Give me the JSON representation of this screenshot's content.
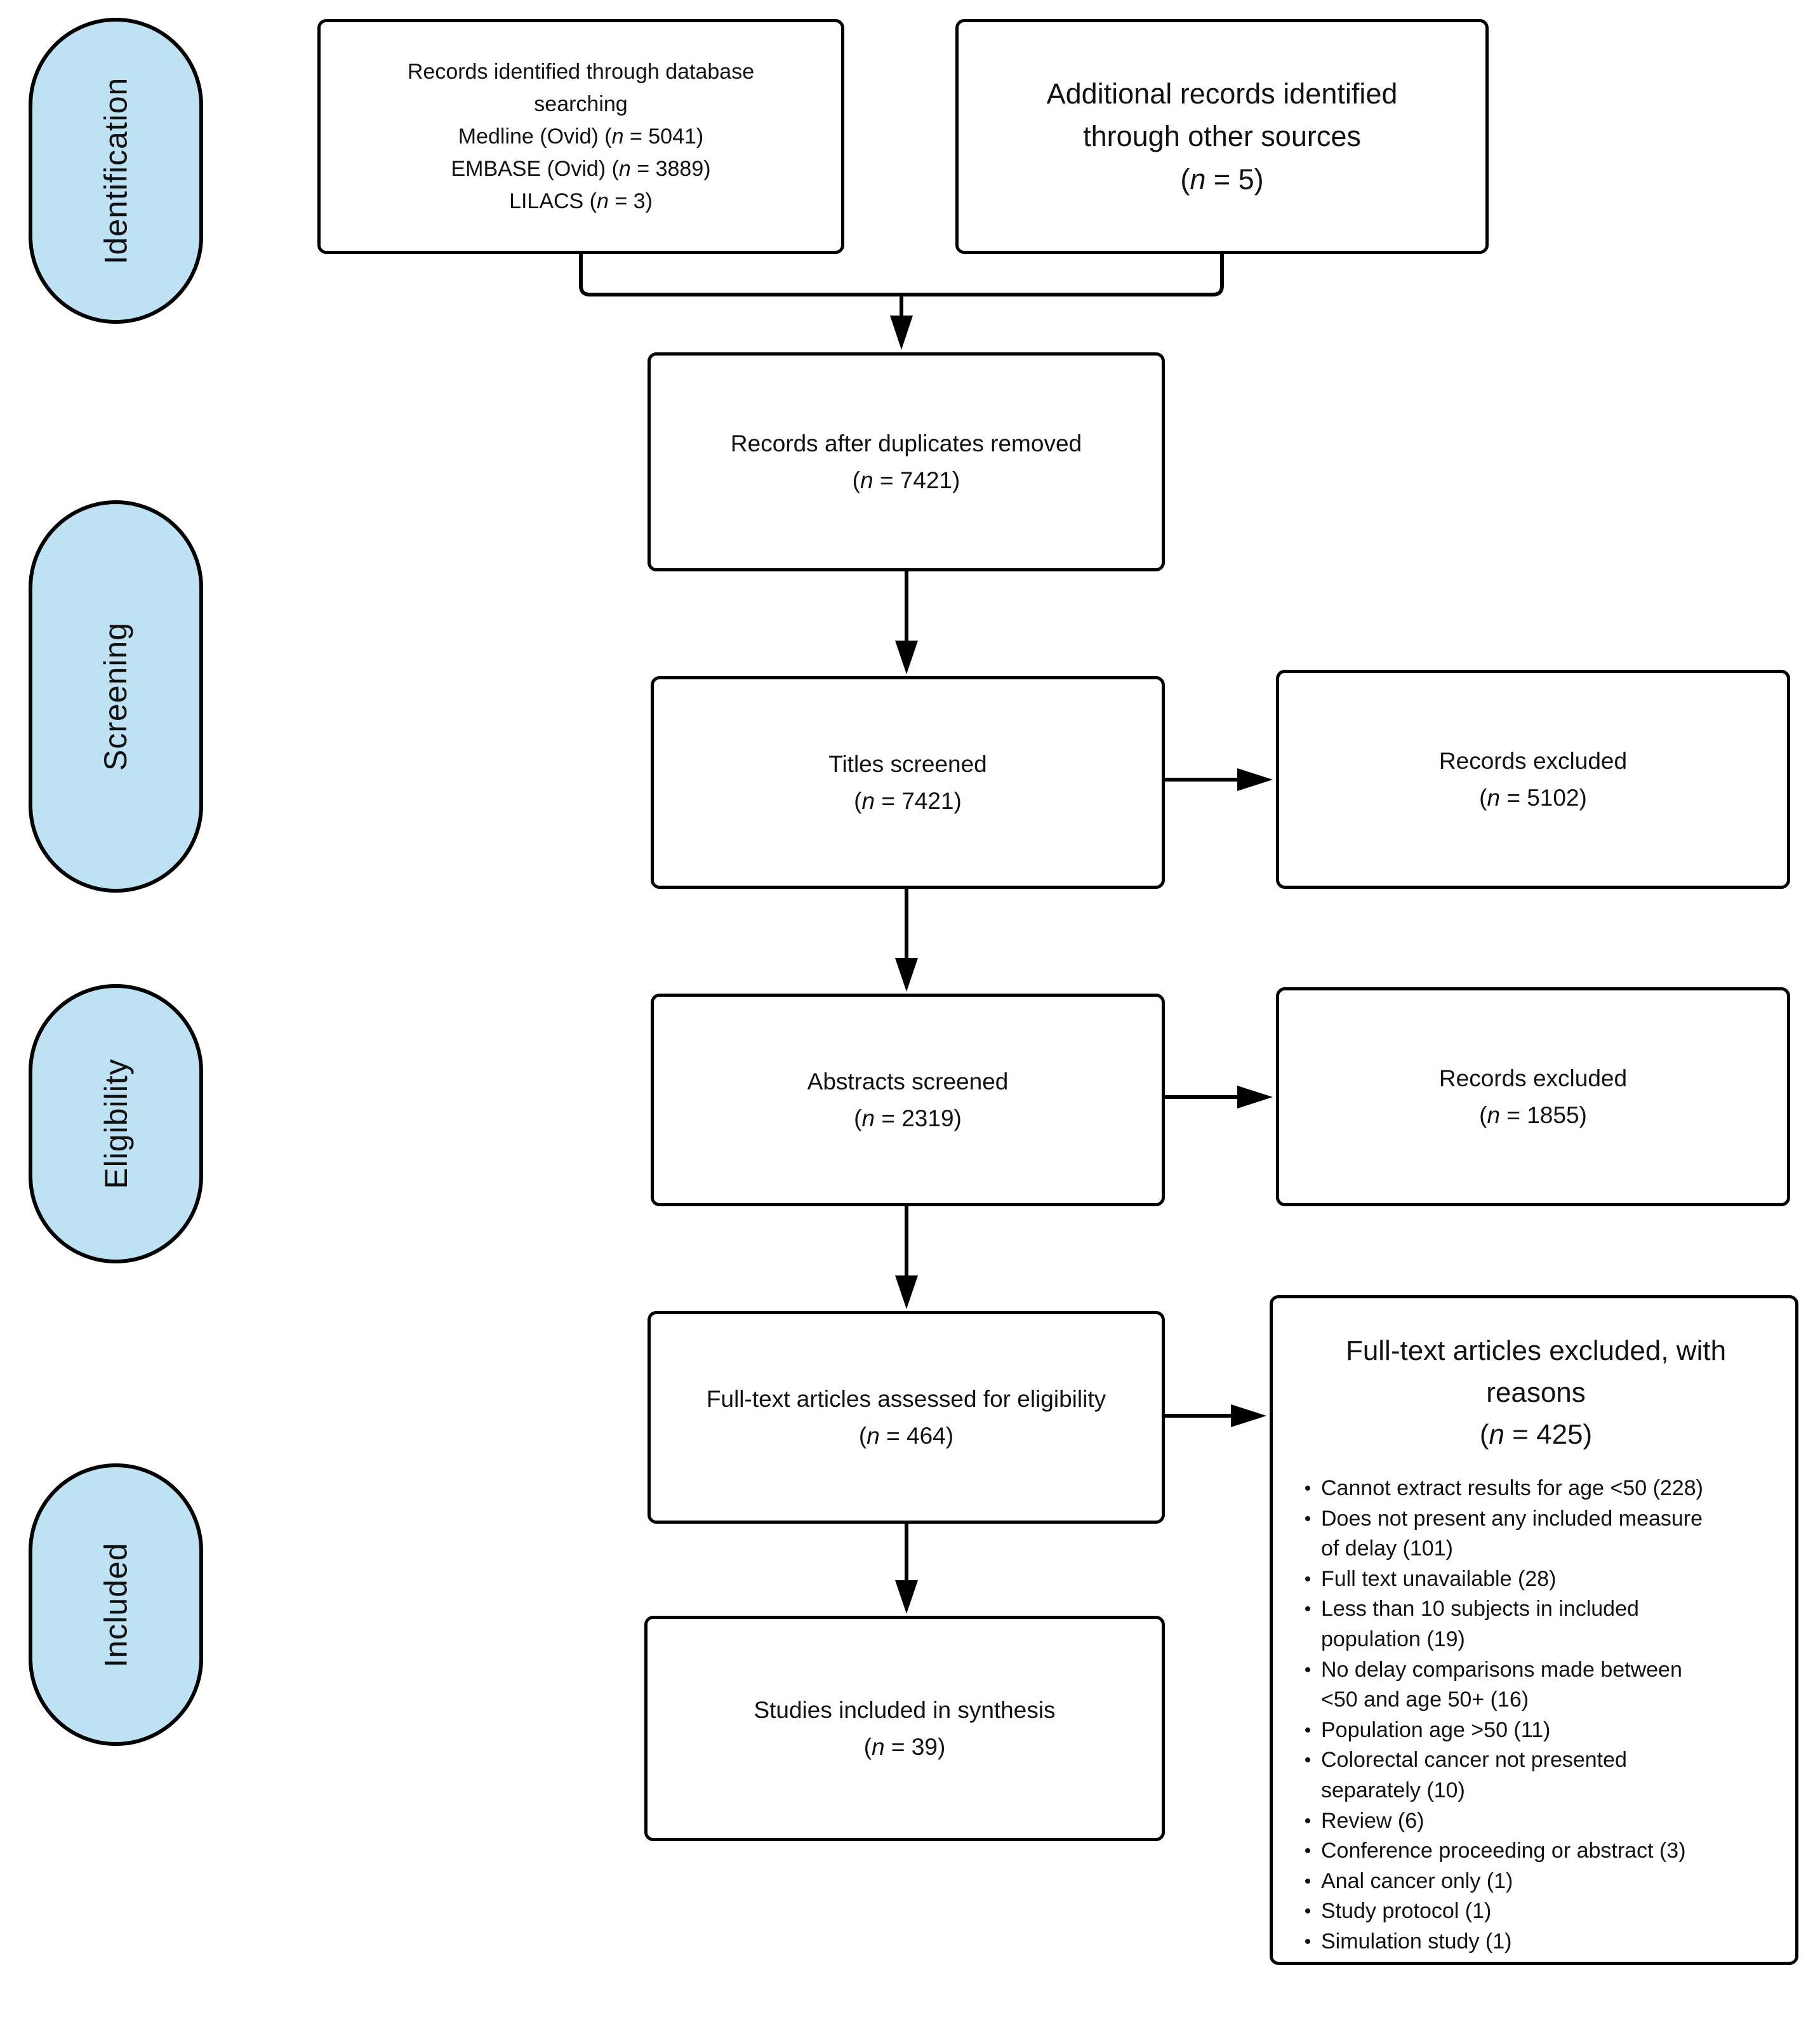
{
  "colors": {
    "pill_fill": "#bee1f4",
    "line": "#000000",
    "background": "#ffffff",
    "text": "#111111"
  },
  "stages": [
    {
      "label": "Identification"
    },
    {
      "label": "Screening"
    },
    {
      "label": "Eligibility"
    },
    {
      "label": "Included"
    }
  ],
  "boxes": {
    "db_search": {
      "lines": [
        [
          {
            "t": "Records identified through database"
          }
        ],
        [
          {
            "t": "searching"
          }
        ],
        [
          {
            "t": "Medline (Ovid) ("
          },
          {
            "t": "n",
            "i": true
          },
          {
            "t": " = 5041)"
          }
        ],
        [
          {
            "t": "EMBASE (Ovid) ("
          },
          {
            "t": "n",
            "i": true
          },
          {
            "t": " = 3889)"
          }
        ],
        [
          {
            "t": "LILACS ("
          },
          {
            "t": "n",
            "i": true
          },
          {
            "t": " = 3)"
          }
        ]
      ]
    },
    "other_sources": {
      "lines": [
        [
          {
            "t": "Additional records identified"
          }
        ],
        [
          {
            "t": "through other sources"
          }
        ],
        [
          {
            "t": "("
          },
          {
            "t": "n",
            "i": true
          },
          {
            "t": " = 5)"
          }
        ]
      ]
    },
    "dedup": {
      "lines": [
        [
          {
            "t": "Records after duplicates removed"
          }
        ],
        [
          {
            "t": "("
          },
          {
            "t": "n",
            "i": true
          },
          {
            "t": " = 7421)"
          }
        ]
      ]
    },
    "titles": {
      "lines": [
        [
          {
            "t": "Titles screened"
          }
        ],
        [
          {
            "t": "("
          },
          {
            "t": "n",
            "i": true
          },
          {
            "t": " = 7421)"
          }
        ]
      ]
    },
    "excluded_titles": {
      "lines": [
        [
          {
            "t": "Records excluded"
          }
        ],
        [
          {
            "t": "("
          },
          {
            "t": "n",
            "i": true
          },
          {
            "t": " = 5102)"
          }
        ]
      ]
    },
    "abstracts": {
      "lines": [
        [
          {
            "t": "Abstracts screened"
          }
        ],
        [
          {
            "t": "("
          },
          {
            "t": "n",
            "i": true
          },
          {
            "t": " = 2319)"
          }
        ]
      ]
    },
    "excluded_abstracts": {
      "lines": [
        [
          {
            "t": "Records excluded"
          }
        ],
        [
          {
            "t": "("
          },
          {
            "t": "n",
            "i": true
          },
          {
            "t": " = 1855)"
          }
        ]
      ]
    },
    "fulltext": {
      "lines": [
        [
          {
            "t": "Full-text articles assessed for eligibility"
          }
        ],
        [
          {
            "t": "("
          },
          {
            "t": "n",
            "i": true
          },
          {
            "t": " = 464)"
          }
        ]
      ]
    },
    "included_synthesis": {
      "lines": [
        [
          {
            "t": "Studies included in synthesis"
          }
        ],
        [
          {
            "t": "("
          },
          {
            "t": "n",
            "i": true
          },
          {
            "t": " = 39)"
          }
        ]
      ]
    },
    "reasons": {
      "header_lines": [
        [
          {
            "t": "Full-text articles excluded, with"
          }
        ],
        [
          {
            "t": "reasons"
          }
        ],
        [
          {
            "t": "("
          },
          {
            "t": "n",
            "i": true
          },
          {
            "t": " = 425)"
          }
        ]
      ],
      "items": [
        {
          "lines": [
            "Cannot extract results for age <50 (228)"
          ]
        },
        {
          "lines": [
            "Does not present any included measure",
            "of delay (101)"
          ]
        },
        {
          "lines": [
            "Full text unavailable (28)"
          ]
        },
        {
          "lines": [
            "Less than 10 subjects in included",
            "population (19)"
          ]
        },
        {
          "lines": [
            "No delay comparisons made between",
            "<50 and age 50+ (16)"
          ]
        },
        {
          "lines": [
            "Population age >50 (11)"
          ]
        },
        {
          "lines": [
            "Colorectal cancer not presented",
            "separately (10)"
          ]
        },
        {
          "lines": [
            "Review (6)"
          ]
        },
        {
          "lines": [
            "Conference proceeding or abstract (3)"
          ]
        },
        {
          "lines": [
            "Anal cancer only (1)"
          ]
        },
        {
          "lines": [
            "Study protocol (1)"
          ]
        },
        {
          "lines": [
            "Simulation study (1)"
          ]
        }
      ]
    }
  }
}
